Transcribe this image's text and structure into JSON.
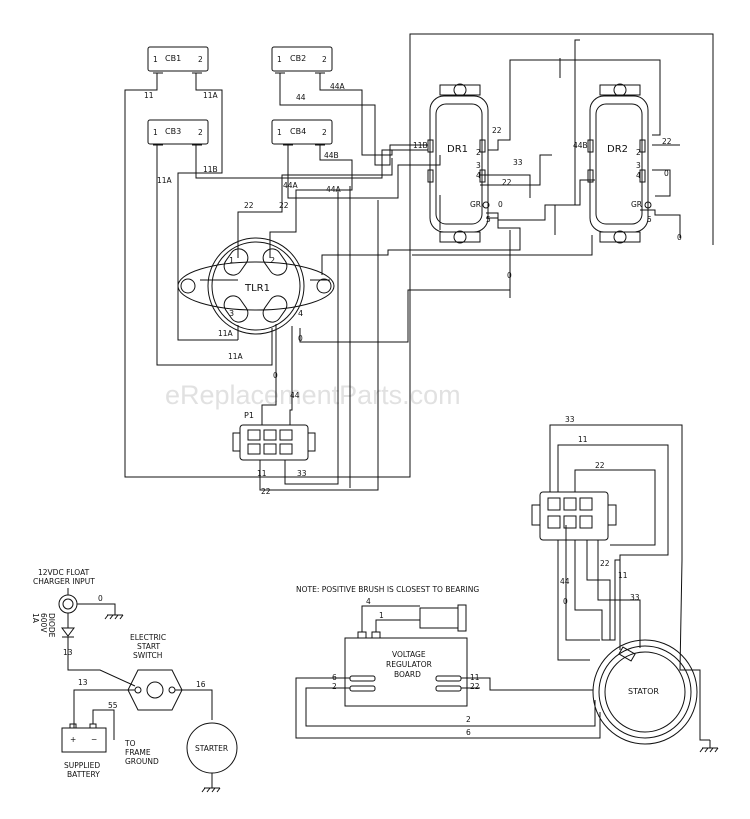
{
  "watermark": "eReplacementParts.com",
  "components": {
    "cb1": "CB1",
    "cb2": "CB2",
    "cb3": "CB3",
    "cb4": "CB4",
    "dr1": "DR1",
    "dr2": "DR2",
    "tlr1": "TLR1",
    "p1": "P1",
    "stator": "STATOR",
    "starter": "STARTER",
    "vreg_line1": "VOLTAGE",
    "vreg_line2": "REGULATOR",
    "vreg_line3": "BOARD",
    "switch_line1": "ELECTRIC",
    "switch_line2": "START",
    "switch_line3": "SWITCH",
    "battery_line1": "SUPPLIED",
    "battery_line2": "BATTERY",
    "frame_line1": "TO",
    "frame_line2": "FRAME",
    "frame_line3": "GROUND",
    "charger_line1": "12VDC FLOAT",
    "charger_line2": "CHARGER INPUT",
    "diode_line1": "1A",
    "diode_line2": "600V",
    "diode_line3": "DIODE",
    "note": "NOTE: POSITIVE BRUSH IS CLOSEST TO BEARING"
  },
  "terminals": {
    "one": "1",
    "two": "2",
    "three": "3",
    "four": "4",
    "gr": "GR",
    "five": "5"
  },
  "wires": {
    "w11": "11",
    "w11a": "11A",
    "w11b": "11B",
    "w44": "44",
    "w44a": "44A",
    "w44b": "44B",
    "w22": "22",
    "w33": "33",
    "w0": "0",
    "w4": "4",
    "w1": "1",
    "w2": "2",
    "w6": "6",
    "w13": "13",
    "w16": "16",
    "w55": "55"
  }
}
